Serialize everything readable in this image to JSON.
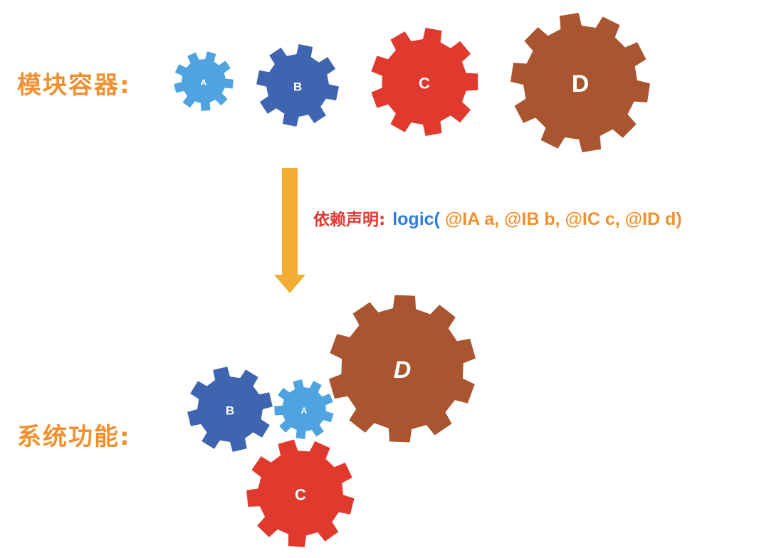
{
  "labels": {
    "container": "模块容器:",
    "system": "系统功能:",
    "dependency": "依赖声明:"
  },
  "dependency_code": {
    "func": "logic(",
    "args": " @IA a, @IB b, @IC c, @ID d)"
  },
  "colors": {
    "label_orange": "#f0902e",
    "label_red": "#e03a35",
    "code_blue": "#2f7de0",
    "arrow": "#f2ad34",
    "gear_a": "#4fa3e0",
    "gear_b": "#3f64b0",
    "gear_c": "#e03a2f",
    "gear_d": "#a85530"
  },
  "gears": {
    "a": "A",
    "b": "B",
    "c": "C",
    "d": "D"
  }
}
